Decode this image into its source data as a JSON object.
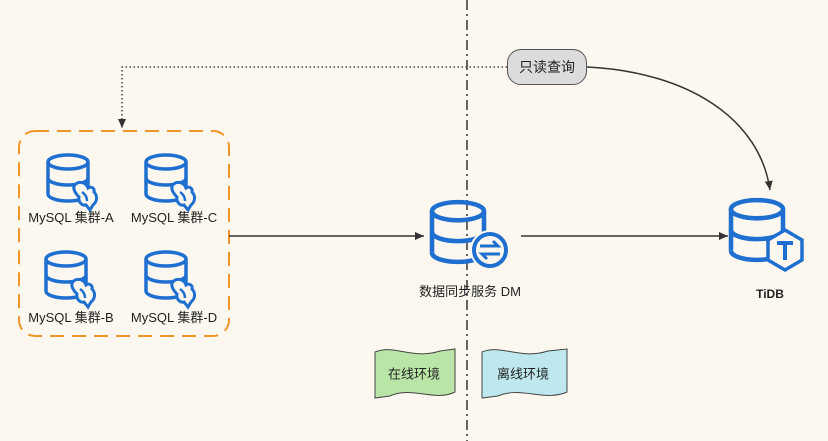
{
  "query_label": "只读查询",
  "clusters": [
    {
      "label": "MySQL 集群-A"
    },
    {
      "label": "MySQL 集群-C"
    },
    {
      "label": "MySQL 集群-B"
    },
    {
      "label": "MySQL 集群-D"
    }
  ],
  "dm_label": "数据同步服务 DM",
  "tidb_label": "TiDB",
  "env_online": "在线环境",
  "env_offline": "离线环境",
  "colors": {
    "icon_blue": "#1f6fd1",
    "group_border": "#f0952a",
    "online_flag": "#b9e6a7",
    "offline_flag": "#bfe8ee"
  }
}
